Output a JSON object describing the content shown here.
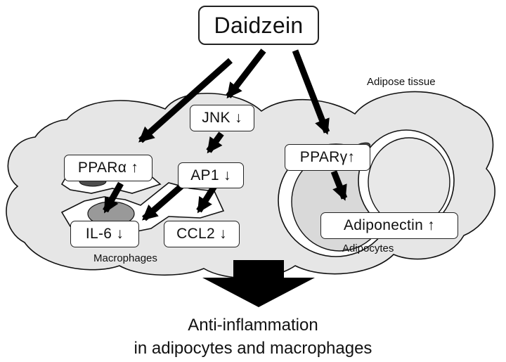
{
  "top_node": "Daidzein",
  "tissue_label": "Adipose tissue",
  "nodes": {
    "jnk": "JNK ↓",
    "ppar_alpha": "PPARα ↑",
    "ap1": "AP1 ↓",
    "il6": "IL-6 ↓",
    "ccl2": "CCL2 ↓",
    "ppar_gamma": "PPARγ↑",
    "adiponectin": "Adiponectin ↑"
  },
  "cell_labels": {
    "macrophages": "Macrophages",
    "adipocytes": "Adipocytes"
  },
  "conclusion": {
    "line1": "Anti-inflammation",
    "line2": "in adipocytes and macrophages"
  }
}
